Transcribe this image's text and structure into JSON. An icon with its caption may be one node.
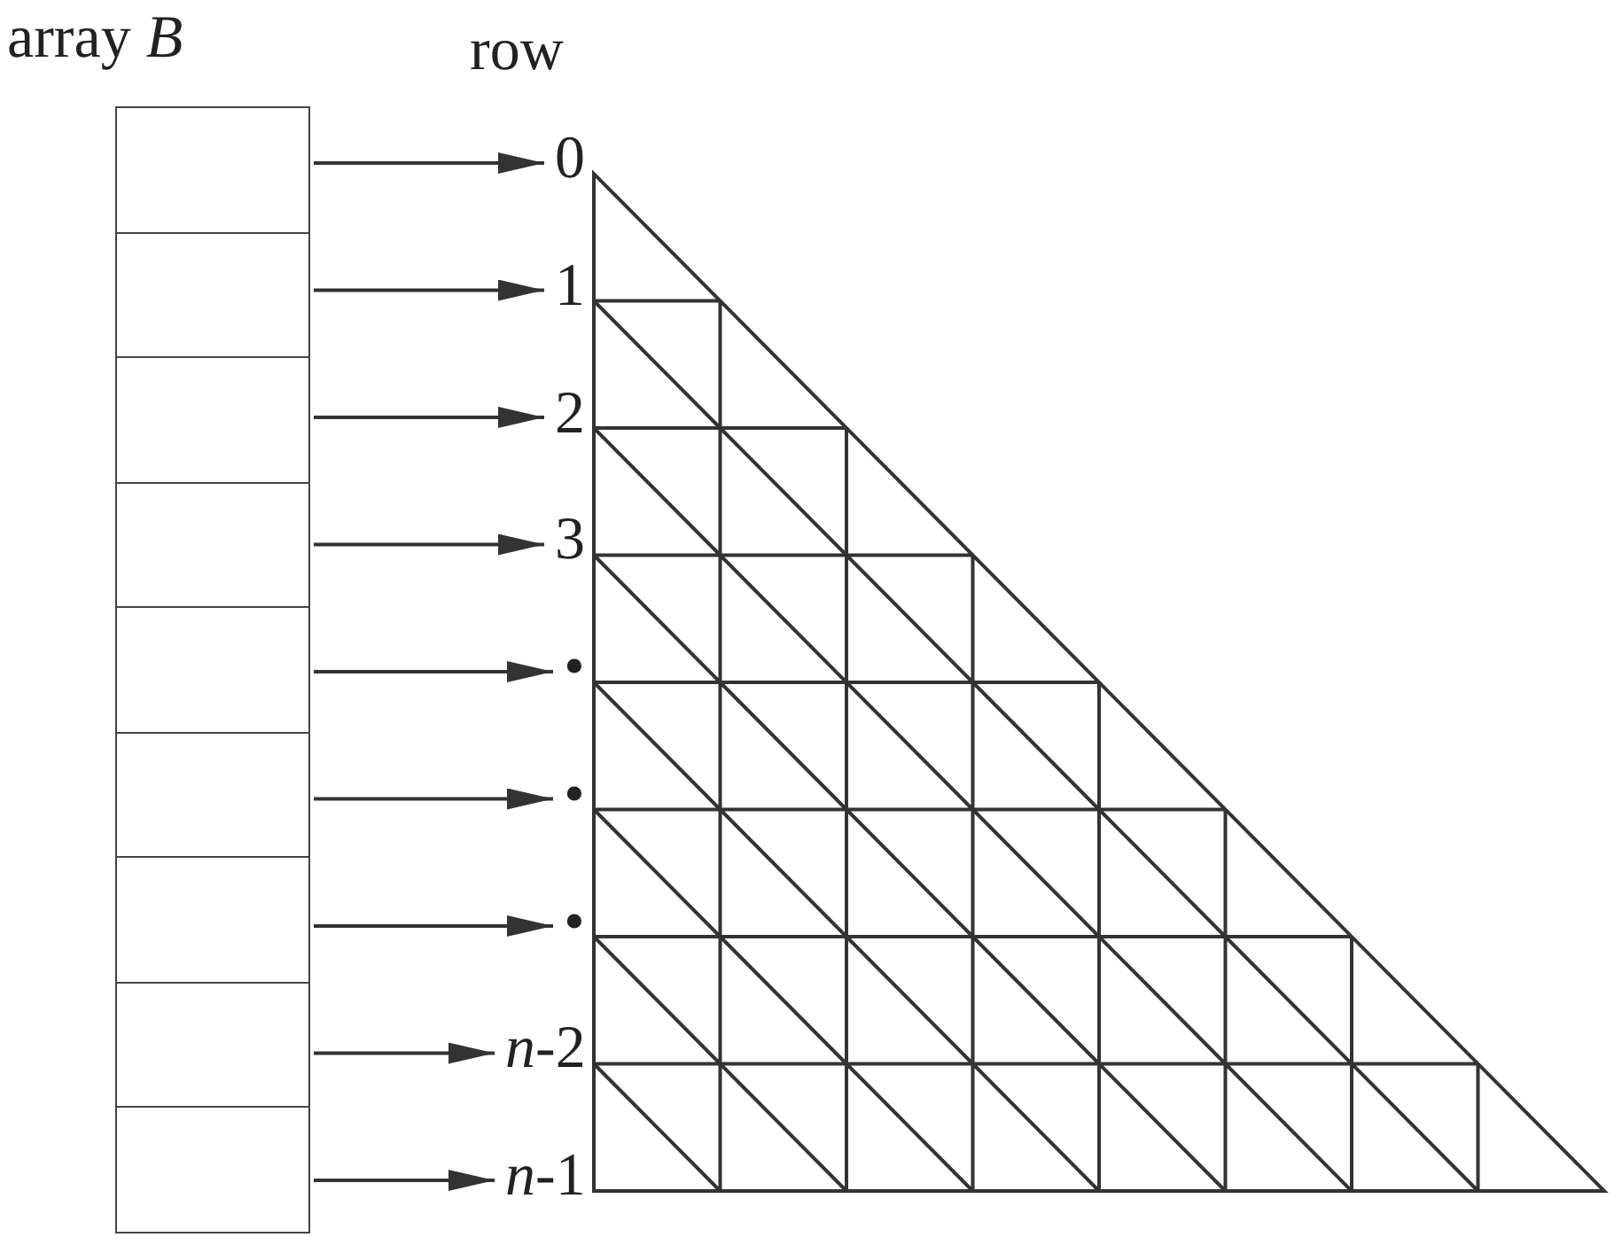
{
  "diagram": {
    "nodes": [
      {
        "text": [
          "array *B*"
        ]
      },
      {
        "text": [],
        "shape": "box",
        "in": 0
      },
      {
        "text": [],
        "shape": "box",
        "in": 0
      },
      {
        "text": [],
        "shape": "box",
        "in": 0
      },
      {
        "text": [],
        "shape": "box",
        "in": 0
      },
      {
        "text": [],
        "shape": "box",
        "in": 0
      },
      {
        "text": [],
        "shape": "box",
        "in": 0
      },
      {
        "text": [],
        "shape": "box",
        "in": 0
      },
      {
        "text": [],
        "shape": "box",
        "in": 0
      },
      {
        "text": [],
        "shape": "box",
        "in": 0
      },
      {
        "text": [
          "0"
        ]
      },
      {
        "text": [
          "1"
        ]
      },
      {
        "text": [
          "2"
        ]
      },
      {
        "text": [
          "3"
        ]
      },
      {
        "text": [
          "•"
        ]
      },
      {
        "text": [
          "•"
        ]
      },
      {
        "text": [
          "•"
        ]
      },
      {
        "text": [
          "*n*-2"
        ]
      },
      {
        "text": [
          "*n*-1"
        ]
      }
    ],
    "edges": [
      {
        "from": 1,
        "to": 10,
        "arrow": "to"
      },
      {
        "from": 2,
        "to": 11,
        "arrow": "to"
      },
      {
        "from": 3,
        "to": 12,
        "arrow": "to"
      },
      {
        "from": 4,
        "to": 13,
        "arrow": "to"
      },
      {
        "from": 5,
        "to": 14,
        "arrow": "to"
      },
      {
        "from": 6,
        "to": 15,
        "arrow": "to"
      },
      {
        "from": 7,
        "to": 16,
        "arrow": "to"
      },
      {
        "from": 8,
        "to": 17,
        "arrow": "to"
      },
      {
        "from": 9,
        "to": 18,
        "arrow": "to"
      }
    ],
    "labels": [
      "row"
    ]
  }
}
